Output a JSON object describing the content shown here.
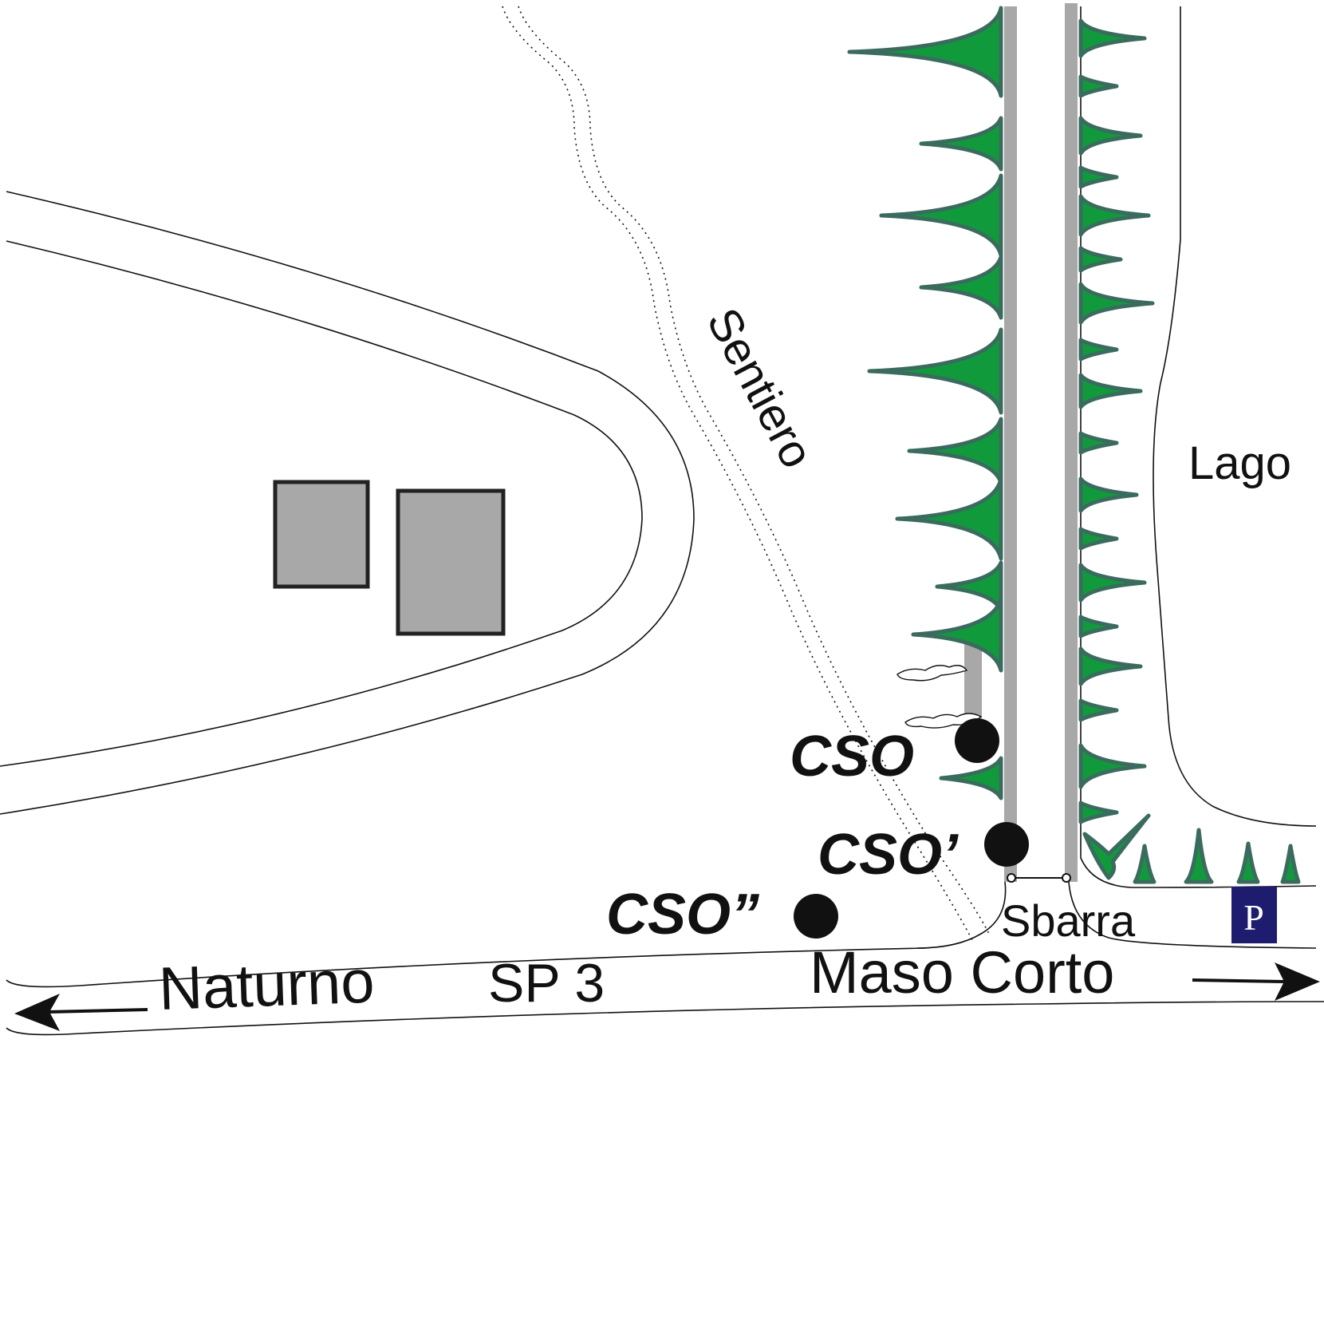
{
  "labels": {
    "sentiero": "Sentiero",
    "lago": "Lago",
    "cso": "CSO",
    "cso_prime": "CSO’",
    "cso_double_prime": "CSO”",
    "sbarra": "Sbarra",
    "naturno": "Naturno",
    "sp3": "SP 3",
    "maso_corto": "Maso Corto",
    "parking": "P"
  },
  "colors": {
    "tree_fill": "#119a3c",
    "tree_edge": "#3a6b5e",
    "road_grey": "#a8a8a8",
    "building": "#a8a8a8",
    "parking_bg": "#1e1c6e",
    "marker": "#111111"
  },
  "icons": {
    "parking": "parking-sign-icon",
    "tree": "conifer-icon",
    "marker": "station-dot-icon",
    "arrow_left": "arrow-left-icon",
    "arrow_right": "arrow-right-icon"
  }
}
